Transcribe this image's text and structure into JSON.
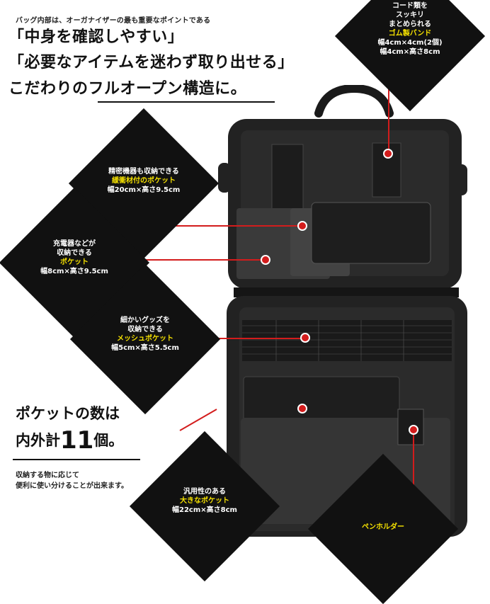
{
  "header": {
    "small_title": "バッグ内部は、オーガナイザーの最も重要なポイントである",
    "line1": "「中身を確認しやすい」",
    "line2": "「必要なアイテムを迷わず取り出せる」",
    "line3": "こだわりのフルオープン構造に。"
  },
  "callouts": {
    "rubber_band": {
      "l1": "コード類を",
      "l2": "スッキリ",
      "l3": "まとめられる",
      "hl": "ゴム製バンド",
      "s1": "幅4cm×4cm(2個)",
      "s2": "幅4cm×高さ8cm"
    },
    "cushion_pocket": {
      "l1": "精密機器も収納できる",
      "hl": "緩衝材付のポケット",
      "s1": "幅20cm×高さ9.5cm"
    },
    "charger_pocket": {
      "l1": "充電器などが",
      "l2": "収納できる",
      "hl": "ポケット",
      "s1": "幅8cm×高さ9.5cm"
    },
    "mesh_pocket": {
      "l1": "細かいグッズを",
      "l2": "収納できる",
      "hl": "メッシュポケット",
      "s1": "幅5cm×高さ5.5cm"
    },
    "big_pocket": {
      "l1": "汎用性のある",
      "hl": "大きなポケット",
      "s1": "幅22cm×高さ8cm"
    },
    "pen_holder": {
      "hl": "ペンホルダー"
    }
  },
  "pocket_count": {
    "line1": "ポケットの数は",
    "line2a": "内外計",
    "line2b": "11",
    "line2c": "個。",
    "sub1": "収納する物に応じて",
    "sub2": "便利に使い分けることが出来ます。"
  },
  "colors": {
    "accent_red": "#d31c1c",
    "highlight_yellow": "#f5e100",
    "diamond_black": "#111111"
  }
}
